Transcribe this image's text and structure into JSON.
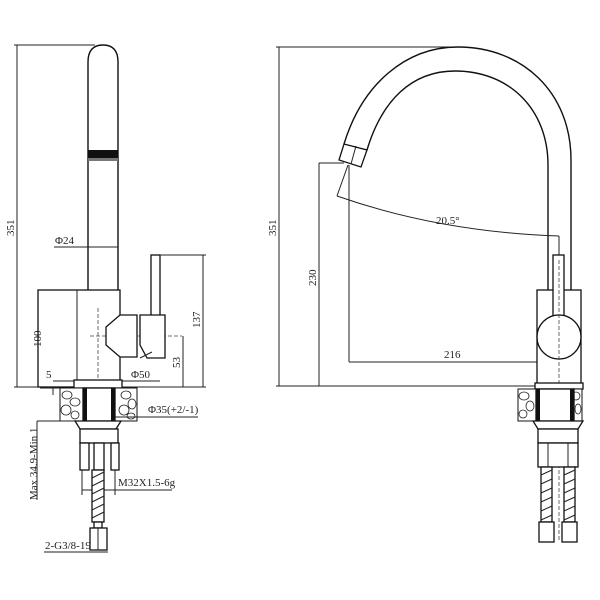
{
  "side_view": {
    "total_height": "351",
    "spout_diameter": "Φ24",
    "handle_height": "137",
    "body_height": "100",
    "lever_axis_height": "53",
    "base_diameter": "Φ50",
    "ring_height": "5",
    "hole_diameter": "Φ35(+2/-1)",
    "countertop_thickness": "Max 34.9-Min 1",
    "thread": "M32X1.5-6g",
    "hose_connection": "2-G3/8-19"
  },
  "front_view": {
    "total_height": "351",
    "outlet_height": "230",
    "reach": "216",
    "angle": "20.5°"
  }
}
